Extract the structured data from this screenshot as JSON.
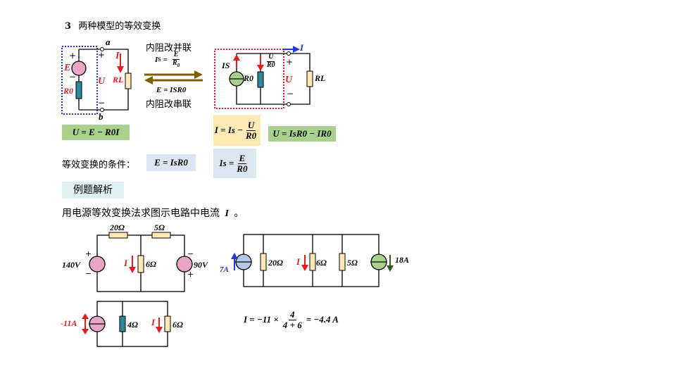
{
  "section_title": {
    "num": "3",
    "text": "两种模型的等效变换"
  },
  "top_diagram": {
    "label_parallel": "内阻改并联",
    "label_series": "内阻改串联",
    "formula_is_lhs": "I",
    "formula_is_sub": "S",
    "formula_is_eq": "=",
    "formula_is_num": "E",
    "formula_is_den": "R",
    "formula_is_den_sub": "0",
    "formula_e": "E = ISR0",
    "left_labels": {
      "a": "a",
      "b": "b",
      "E": "E",
      "R0": "R0",
      "U": "U",
      "I": "I",
      "RL": "RL",
      "plus": "+",
      "minus": "−"
    },
    "right_labels": {
      "IS": "IS",
      "R0": "R0",
      "U": "U",
      "I": "I",
      "RL": "RL",
      "frac_num": "U",
      "frac_den": "R0",
      "plus": "+",
      "minus": "−"
    }
  },
  "formulas": {
    "f1": "U = E − R0I",
    "f2_lhs": "I = Is −",
    "f2_num": "U",
    "f2_den": "R0",
    "f3": "U = IsR0 − IR0",
    "condition_label": "等效变换的条件：",
    "condition": "E = IsR0",
    "f4_lhs": "Is =",
    "f4_num": "E",
    "f4_den": "R0"
  },
  "example": {
    "heading": "例题解析",
    "problem_text": "用电源等效变换法求图示电路中电流",
    "problem_var": "I",
    "problem_end": "。"
  },
  "circuit1": {
    "r1": "20Ω",
    "r2": "5Ω",
    "v1": "140V",
    "v2": "90V",
    "r3": "6Ω",
    "i": "I",
    "plus": "+",
    "minus": "−"
  },
  "circuit2": {
    "src1": "7A",
    "r1": "20Ω",
    "r2": "6Ω",
    "r3": "5Ω",
    "src2": "18A",
    "i": "I"
  },
  "circuit3": {
    "src": "-11A",
    "r1": "4Ω",
    "r2": "6Ω",
    "i": "I"
  },
  "result": {
    "lhs": "I = −11 ×",
    "num": "4",
    "den": "4 + 6",
    "rhs": "= −4.4 A"
  },
  "colors": {
    "red": "#e41e1e",
    "blue": "#1f3bd6",
    "olive": "#7f6000",
    "pink": "#e8a6c6",
    "teal_resistor": "#2e8a9a",
    "green_bg": "#a9d18e",
    "yellow_bg": "#fde9b5",
    "blue_bg": "#dce6f2",
    "heading_bg": "#dff0f2"
  }
}
